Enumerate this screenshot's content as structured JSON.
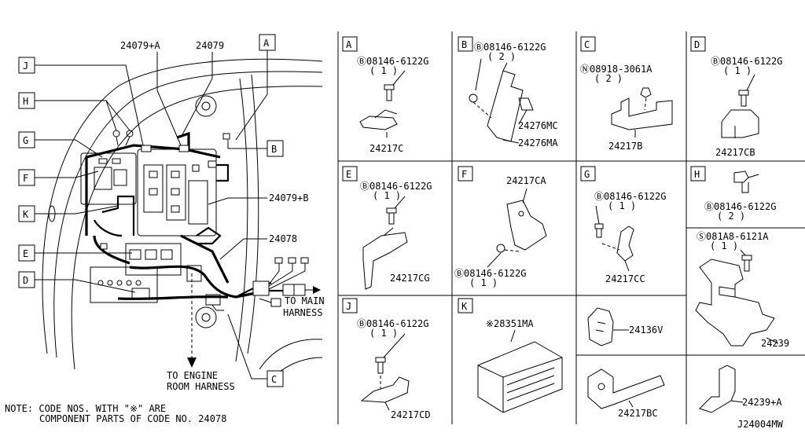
{
  "main_view": {
    "callouts": [
      "A",
      "B",
      "C",
      "D",
      "E",
      "F",
      "G",
      "H",
      "J",
      "K"
    ],
    "part_labels": {
      "p24079a": "24079+A",
      "p24079": "24079",
      "p24079b": "24079+B",
      "p24078": "24078"
    },
    "to_main": [
      "TO MAIN",
      "HARNESS"
    ],
    "to_engine": [
      "TO ENGINE",
      "ROOM HARNESS"
    ],
    "note": [
      "NOTE: CODE NOS. WITH \"※\" ARE",
      "COMPONENT PARTS OF CODE NO. 24078"
    ]
  },
  "panels": {
    "A": {
      "tag": "A",
      "bolt": "Ⓑ08146-6122G",
      "qty": "( 1 )",
      "part": "24217C"
    },
    "B": {
      "tag": "B",
      "bolt": "Ⓑ08146-6122G",
      "qty": "( 2 )",
      "part1": "24276MC",
      "part2": "24276MA"
    },
    "C": {
      "tag": "C",
      "bolt": "Ⓝ08918-3061A",
      "qty": "( 2 )",
      "part": "24217B"
    },
    "D": {
      "tag": "D",
      "bolt": "Ⓑ08146-6122G",
      "qty": "( 1 )",
      "part": "24217CB"
    },
    "E": {
      "tag": "E",
      "bolt": "Ⓑ08146-6122G",
      "qty": "( 1 )",
      "part": "24217CG"
    },
    "F": {
      "tag": "F",
      "part": "24217CA",
      "bolt": "Ⓑ08146-6122G",
      "qty": "( 1 )"
    },
    "G": {
      "tag": "G",
      "bolt": "Ⓑ08146-6122G",
      "qty": "( 1 )",
      "part": "24217CC"
    },
    "H": {
      "tag": "H",
      "bolt": "Ⓑ08146-6122G",
      "qty": "( 2 )"
    },
    "S": {
      "bolt": "Ⓢ081A8-6121A",
      "qty": "( 1 )",
      "part": "24239"
    },
    "J": {
      "tag": "J",
      "bolt": "Ⓑ08146-6122G",
      "qty": "( 1 )",
      "part": "24217CD"
    },
    "K": {
      "tag": "K",
      "part": "※28351MA"
    },
    "V": {
      "part": "24136V"
    },
    "BC": {
      "part": "24217BC"
    },
    "A2": {
      "part": "24239+A"
    }
  },
  "diagram_code": "J24004MW"
}
